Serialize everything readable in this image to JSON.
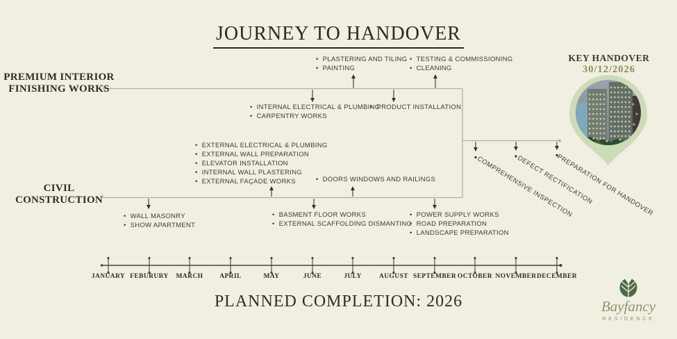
{
  "title": "JOURNEY TO HANDOVER",
  "phases": {
    "premium": {
      "line1": "PREMIUM INTERIOR",
      "line2": "FINISHING WORKS"
    },
    "civil": {
      "line1": "CIVIL",
      "line2": "CONSTRUCTION"
    }
  },
  "task_groups": {
    "plastering": {
      "items": [
        "PLASTERING AND TILING",
        "PAINTING"
      ]
    },
    "testing": {
      "items": [
        "TESTING & COMMISSIONING",
        "CLEANING"
      ]
    },
    "internal": {
      "items": [
        "INTERNAL ELECTRICAL & PLUMBING",
        "CARPENTRY WORKS"
      ]
    },
    "product": {
      "items": [
        "PRODUCT INSTALLATION"
      ]
    },
    "external": {
      "items": [
        "EXTERNAL ELECTRICAL & PLUMBING",
        "EXTERNAL WALL PREPARATION",
        "ELEVATOR INSTALLATION",
        "INTERNAL WALL PLASTERING",
        "EXTERNAL FAÇADE WORKS"
      ]
    },
    "doors": {
      "items": [
        "DOORS WINDOWS AND RAILINGS"
      ]
    },
    "masonry": {
      "items": [
        "WALL MASONRY",
        "SHOW APARTMENT"
      ]
    },
    "basement": {
      "items": [
        "BASMENT FLOOR WORKS",
        "EXTERNAL SCAFFOLDING DISMANTING"
      ]
    },
    "power": {
      "items": [
        "POWER SUPPLY WORKS",
        "ROAD PREPARATION",
        "LANDSCAPE PREPARATION"
      ]
    }
  },
  "milestones": [
    "COMPREHENSIVE INSPECTION",
    "DEFECT RECTIFICATION",
    "PREPARATION FOR HANDOVER"
  ],
  "key_handover": {
    "label": "KEY HANDOVER",
    "date": "30/12/2026"
  },
  "timeline": {
    "months": [
      "JANUARY",
      "FEBURURY",
      "MARCH",
      "APRIL",
      "MAY",
      "JUNE",
      "JULY",
      "AUGUST",
      "SEPTEMBER",
      "OCTOBER",
      "NOVEMBER",
      "DECEMBER"
    ]
  },
  "footer": {
    "completion": "PLANNED COMPLETION: 2026"
  },
  "brand": {
    "name": "Bayfancy",
    "subtitle": "RESIDENCE"
  },
  "colors": {
    "background": "#f0efe2",
    "connector_olive": "#b3b28e",
    "ink": "#33332b",
    "date_olive": "#8d8d56",
    "pin_green": "#cbdcb6",
    "logo_green": "#4d6a44",
    "logo_text_olive": "#8f946c",
    "timeline": "#45453c"
  }
}
